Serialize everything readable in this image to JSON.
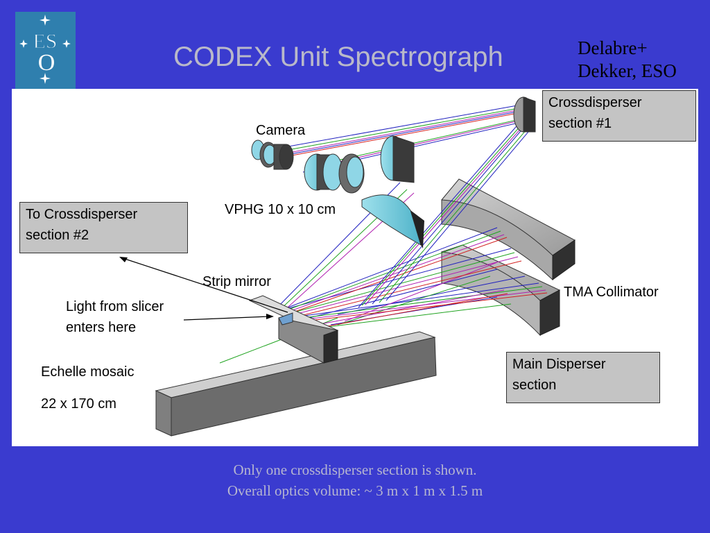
{
  "slide": {
    "title": "CODEX Unit Spectrograph",
    "credit": [
      "Delabre+",
      "Dekker, ESO"
    ],
    "logo": {
      "name": "ESO logo",
      "text": "ESO"
    },
    "caption": [
      "Only one crossdisperser section is shown.",
      "Overall optics volume: ~ 3 m x 1 m x 1.5 m"
    ]
  },
  "diagram": {
    "labels": {
      "camera": "Camera",
      "vphg": "VPHG 10 x 10 cm",
      "strip_mirror": "Strip mirror",
      "light_from_slicer": [
        "Light from slicer",
        "enters here"
      ],
      "echelle_mosaic": "Echelle mosaic",
      "echelle_size": "22 x 170 cm",
      "tma_collimator": "TMA Collimator"
    },
    "boxes": {
      "crossdisperser_1": [
        "Crossdisperser",
        "section #1"
      ],
      "crossdisperser_2": [
        "To Crossdisperser",
        "section #2"
      ],
      "main_disperser": [
        "Main Disperser",
        "section"
      ]
    },
    "colors": {
      "background": "#3a3bcf",
      "box_fill": "#c4c4c4",
      "optic_fill": "#6ec6d8",
      "ray_colors": [
        "#1f1fbf",
        "#1fa31f",
        "#b01fb0",
        "#d21f1f"
      ]
    }
  }
}
